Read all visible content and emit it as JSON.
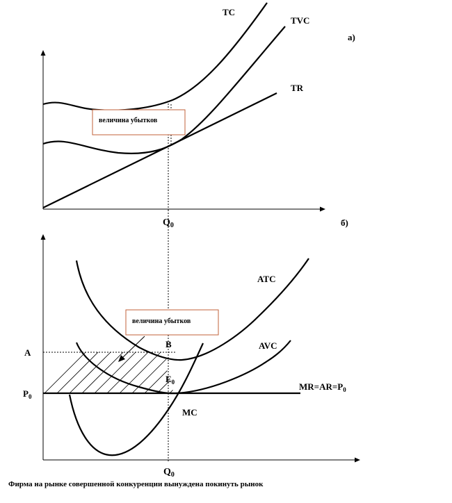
{
  "panel_a": {
    "tag": "а)",
    "curve_labels": {
      "tc": "TC",
      "tvc": "TVC",
      "tr": "TR"
    },
    "x_tick": "Q",
    "x_tick_sub": "0",
    "loss_box": "величина убытков"
  },
  "panel_b": {
    "tag": "б)",
    "curve_labels": {
      "atc": "ATC",
      "avc": "AVC",
      "mc": "MC"
    },
    "price_line": {
      "text": "MR=AR=P",
      "sub": "0"
    },
    "y_ticks": {
      "a": "A",
      "p": "P",
      "p_sub": "0"
    },
    "points": {
      "b": "B",
      "e": "E",
      "e_sub": "0"
    },
    "x_tick": "Q",
    "x_tick_sub": "0",
    "loss_box": "величина убытков"
  },
  "caption": "Фирма на рынке совершенной конкуренции вынуждена покинуть рынок"
}
